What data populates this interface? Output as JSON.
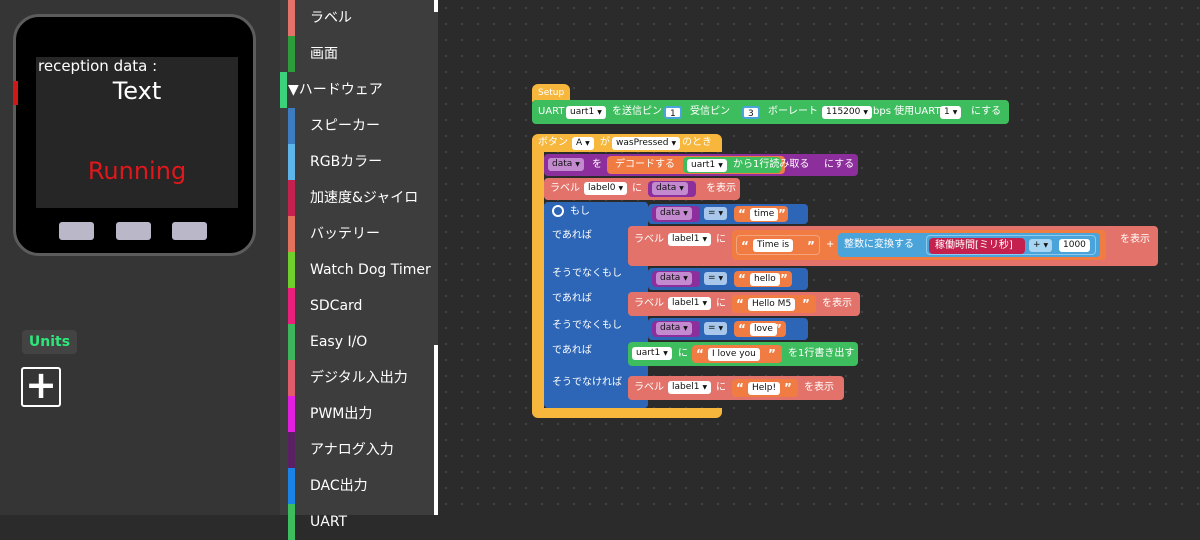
{
  "device": {
    "reception_label": "reception data :",
    "text_value": "Text",
    "status_value": "Running"
  },
  "units": {
    "label": "Units",
    "add_symbol": "+"
  },
  "toolbox": {
    "categories": [
      {
        "label": "ラベル",
        "color": "#e3736a"
      },
      {
        "label": "画面",
        "color": "#2e9c3a"
      },
      {
        "label": "▼ハードウェア",
        "color": "#3ad27a"
      },
      {
        "label": "スピーカー",
        "color": "#3e7cc2"
      },
      {
        "label": "RGBカラー",
        "color": "#5eb5ea"
      },
      {
        "label": "加速度&ジャイロ",
        "color": "#c4214e"
      },
      {
        "label": "バッテリー",
        "color": "#e2725c"
      },
      {
        "label": "Watch Dog Timer",
        "color": "#6fcf2d"
      },
      {
        "label": "SDCard",
        "color": "#ea1f7d"
      },
      {
        "label": "Easy I/O",
        "color": "#3db55c"
      },
      {
        "label": "デジタル入出力",
        "color": "#e05c6b"
      },
      {
        "label": "PWM出力",
        "color": "#e21ee0"
      },
      {
        "label": "アナログ入力",
        "color": "#5b1f63"
      },
      {
        "label": "DAC出力",
        "color": "#1c83e6"
      },
      {
        "label": "UART",
        "color": "#3ebd5e"
      }
    ]
  },
  "blocks": {
    "setup_hat": "Setup",
    "uart": {
      "prefix": "UART",
      "name": "uart1",
      "tx_label": "を送信ピン",
      "tx_pin": "1",
      "rx_label": "受信ピン",
      "rx_pin": "3",
      "baud_label": "ボーレート",
      "baud": "115200",
      "use_label": "bps 使用UART",
      "uart_num": "1",
      "suffix": "にする"
    },
    "button": {
      "prefix": "ボタン",
      "btn": "A",
      "ga": "が",
      "event": "wasPressed",
      "suffix": "のとき"
    },
    "set_data": {
      "var": "data",
      "wo": "を",
      "decode": "デコードする",
      "uart": "uart1",
      "read": "から1行読み取る",
      "suffix": "にする"
    },
    "label0": {
      "prefix": "ラベル",
      "label": "label0",
      "ni": "に",
      "var": "data",
      "suffix": "を表示"
    },
    "if_block": {
      "moshi": "もし",
      "deareba": "であれば",
      "elseif": "そうでなくもし",
      "else": "そうでなければ",
      "var": "data",
      "eq": "=",
      "time": "time",
      "hello": "hello",
      "love": "love"
    },
    "time_label": {
      "prefix": "ラベル",
      "label": "label1",
      "ni": "に",
      "time_is": "Time is",
      "plus": "+",
      "to_int": "整数に変換する",
      "uptime": "稼働時間[ミリ秒]",
      "plus2": "+",
      "num": "1000",
      "suffix": "を表示"
    },
    "hello_label": {
      "prefix": "ラベル",
      "label": "label1",
      "ni": "に",
      "text": "Hello M5",
      "suffix": "を表示"
    },
    "uart_write": {
      "uart": "uart1",
      "ni": "に",
      "text": "I love you",
      "suffix": "を1行書き出す"
    },
    "help_label": {
      "prefix": "ラベル",
      "label": "label1",
      "ni": "に",
      "text": "Help!",
      "suffix": "を表示"
    },
    "quote_open": "“",
    "quote_close": "”"
  },
  "colors": {
    "uart_green": "#3ebd5e",
    "event_orange": "#f6b73c",
    "label_salmon": "#e3736a",
    "var_purple": "#8c2f9c",
    "logic_blue": "#2e66b7",
    "math_blue": "#4aa3d9",
    "text_orange": "#f07c44",
    "workspace": "#2b2b2b"
  }
}
